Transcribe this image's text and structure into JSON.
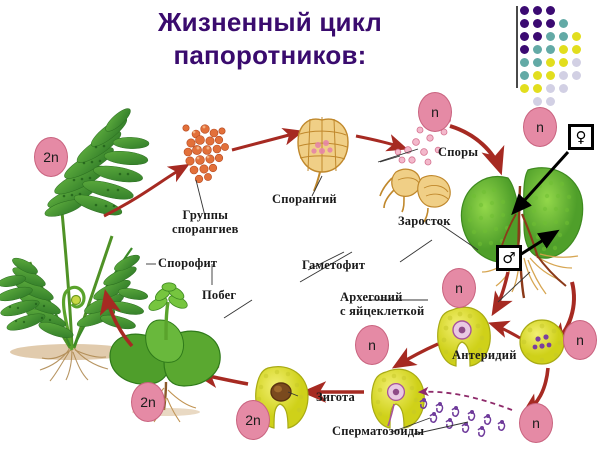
{
  "title": "Жизненный цикл\nпапоротников:",
  "title_color": "#3a0b6e",
  "arrow_color": "#a62a22",
  "badge_color": "#e58aa5",
  "labels": {
    "sporangia_groups": "Группы\nспорангиев",
    "sporangium": "Спорангий",
    "spores": "Споры",
    "prothallus": "Заросток",
    "sporophyte": "Спорофит",
    "shoot": "Побег",
    "gametophyte": "Гаметофит",
    "archegonium": "Архегоний\nс яйцеклеткой",
    "antheridium": "Антеридий",
    "zygote": "Зигота",
    "spermatozoa": "Сперматозоиды"
  },
  "badges": {
    "fern_2n": "2n",
    "spores_n": "n",
    "prothallus_n": "n",
    "archegonium_n": "n",
    "archegonium2_n": "n",
    "antheridium_n": "n",
    "sperm_n": "n",
    "zygote_2n": "2n",
    "young_sporophyte_2n": "2n",
    "embryo_2n": "2n"
  },
  "symbols": {
    "female": "♀",
    "male": "♂"
  },
  "dotgrid": {
    "colors": {
      "purple": "#3b0a72",
      "teal": "#63aaa6",
      "yellow": "#e2de1e",
      "lavender": "#d2d0e4"
    },
    "rows": [
      [
        "purple",
        "purple",
        "purple",
        null,
        null
      ],
      [
        "purple",
        "purple",
        "purple",
        "teal",
        null
      ],
      [
        "purple",
        "purple",
        "teal",
        "teal",
        "yellow"
      ],
      [
        "purple",
        "teal",
        "teal",
        "yellow",
        "yellow"
      ],
      [
        "teal",
        "teal",
        "yellow",
        "yellow",
        "lavender"
      ],
      [
        "teal",
        "yellow",
        "yellow",
        "lavender",
        "lavender"
      ],
      [
        "yellow",
        "yellow",
        "lavender",
        "lavender",
        null
      ],
      [
        null,
        "lavender",
        "lavender",
        null,
        null
      ]
    ]
  }
}
